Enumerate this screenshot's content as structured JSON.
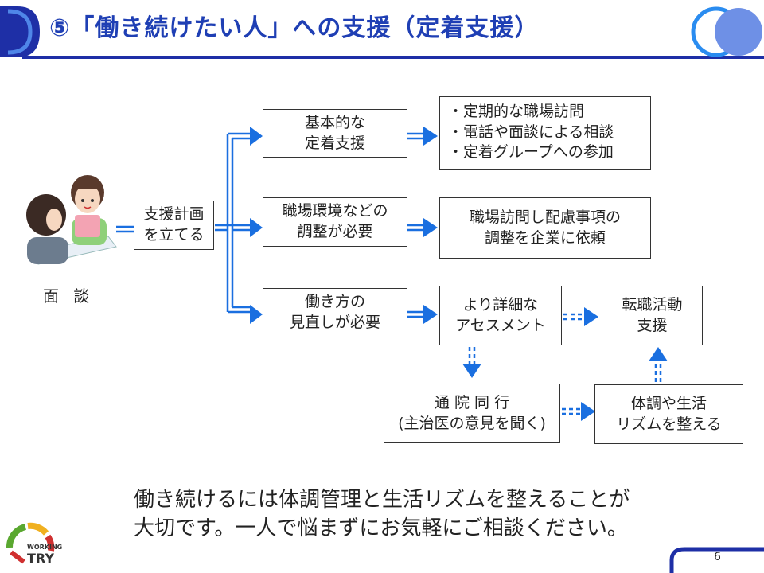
{
  "header": {
    "title": "⑤「働き続けたい人」への支援（定着支援）"
  },
  "interview": {
    "label": "面 談"
  },
  "plan": {
    "label": "支援計画\nを立てる"
  },
  "branches": [
    {
      "label": "基本的な\n定着支援"
    },
    {
      "label": "職場環境などの\n調整が必要"
    },
    {
      "label": "働き方の\n見直しが必要"
    }
  ],
  "basic_support": {
    "items": [
      "・定期的な職場訪問",
      "・電話や面談による相談",
      "・定着グループへの参加"
    ]
  },
  "environment_result": {
    "label": "職場訪問し配慮事項の\n調整を企業に依頼"
  },
  "assessment": {
    "label": "より詳細な\nアセスメント"
  },
  "job_change": {
    "label": "転職活動\n支援"
  },
  "hospital": {
    "label": "通 院 同 行\n(主治医の意見を聞く)"
  },
  "rhythm": {
    "label": "体調や生活\nリズムを整える"
  },
  "message": {
    "line1": "働き続けるには体調管理と生活リズムを整えることが",
    "line2": "大切です。一人で悩まずにお気軽にご相談ください。"
  },
  "logo": {
    "top_text": "WORKING",
    "bottom_text": "TRY"
  },
  "footer": {
    "page_number": "6"
  },
  "colors": {
    "accent": "#1f3fb4",
    "arrow": "#1a6fe0",
    "bar": "#1e2fa6"
  }
}
